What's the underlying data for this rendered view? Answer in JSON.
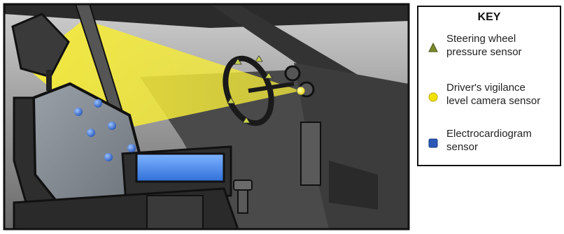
{
  "key": {
    "title": "KEY",
    "items": [
      {
        "label": "Steering wheel\npressure sensor",
        "symbol": "triangle",
        "color": "#7a8a2a"
      },
      {
        "label": "Driver's vigilance\nlevel camera sensor",
        "symbol": "circle",
        "color": "#f2e200"
      },
      {
        "label": "Electrocardiogram\nsensor",
        "symbol": "square",
        "color": "#2a58b8"
      }
    ]
  },
  "colors": {
    "beam": "#f4ea3a",
    "ecg_dot": "#3b78d8",
    "screen": "#4a8ff0",
    "frame": "#111111"
  }
}
